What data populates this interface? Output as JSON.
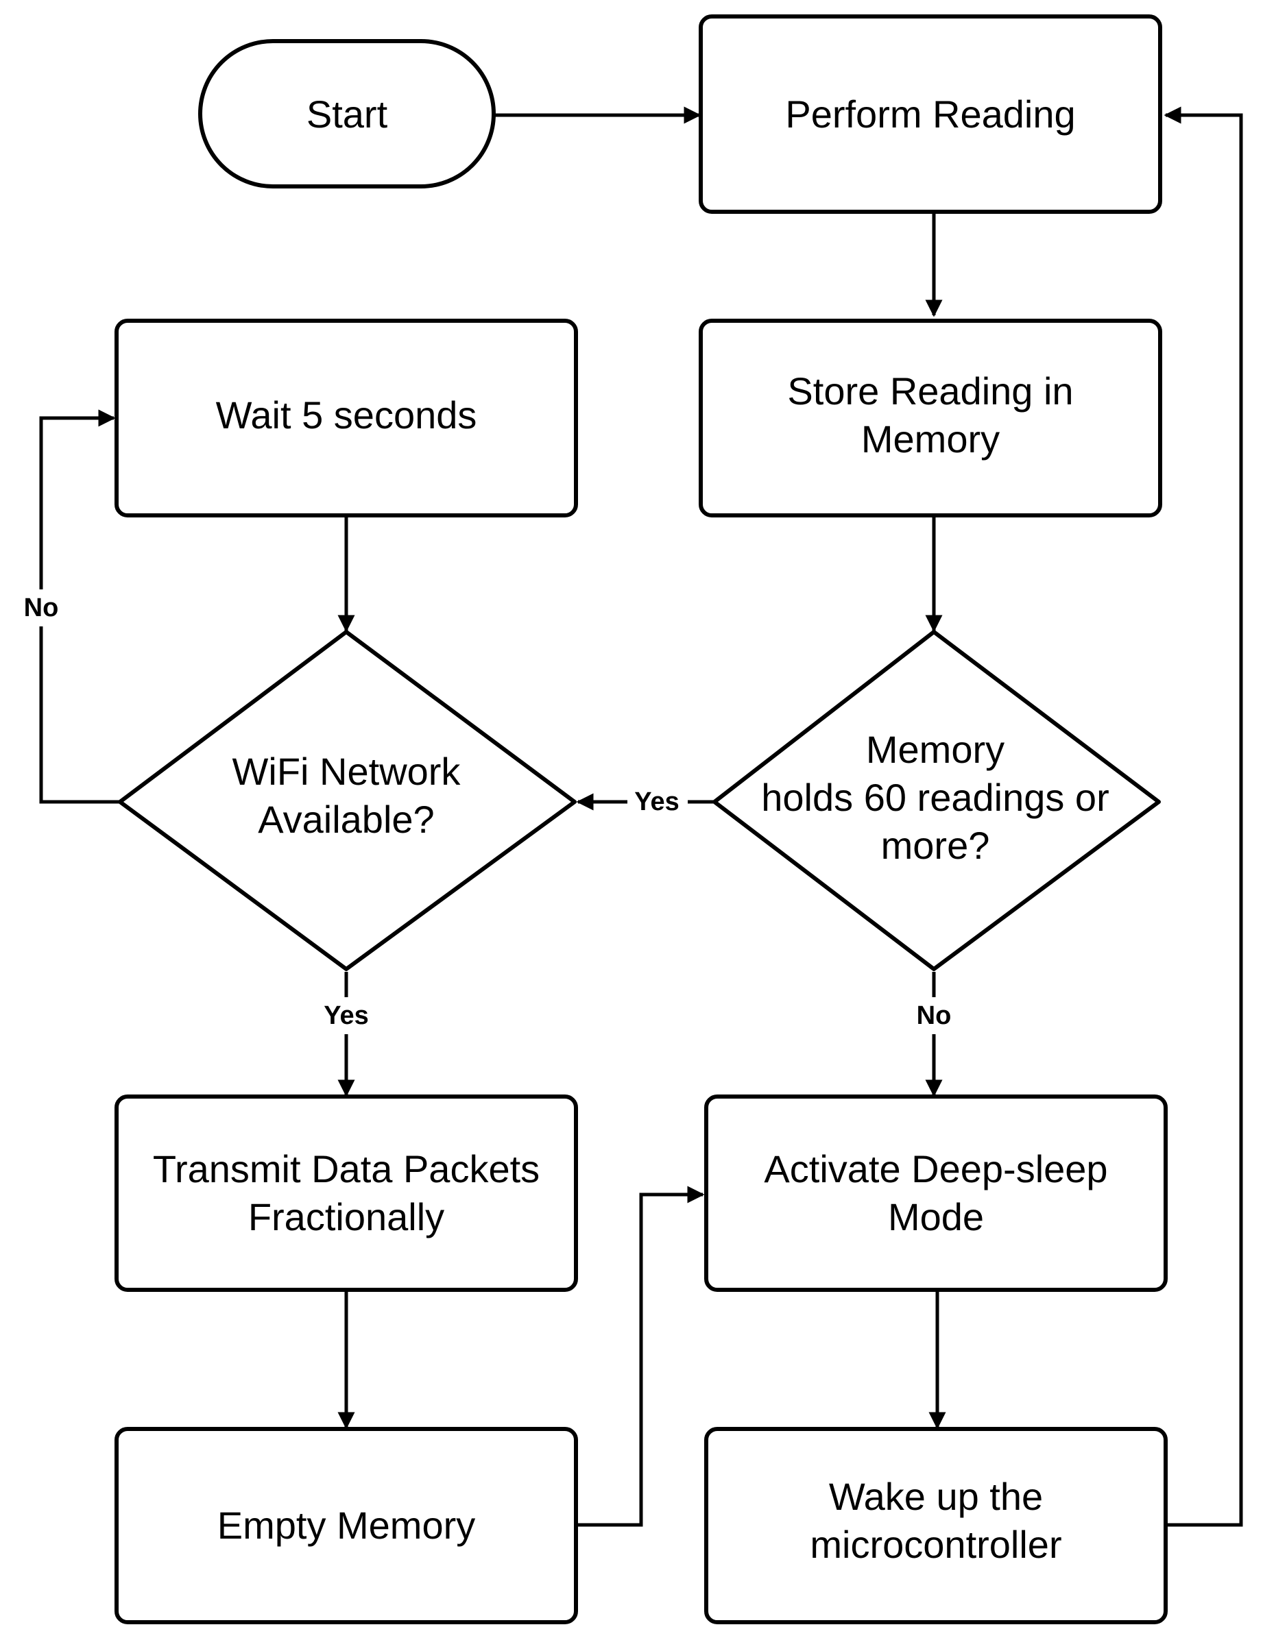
{
  "nodes": {
    "start": {
      "lines": [
        "Start"
      ]
    },
    "perform_reading": {
      "lines": [
        "Perform Reading"
      ]
    },
    "store_reading": {
      "lines": [
        "Store Reading in",
        "Memory"
      ]
    },
    "wait": {
      "lines": [
        "Wait 5 seconds"
      ]
    },
    "memory_check": {
      "lines": [
        "Memory",
        "holds 60 readings or",
        "more?"
      ]
    },
    "wifi_check": {
      "lines": [
        "WiFi Network",
        "Available?"
      ]
    },
    "transmit": {
      "lines": [
        "Transmit Data Packets",
        "Fractionally"
      ]
    },
    "deep_sleep": {
      "lines": [
        "Activate Deep-sleep",
        "Mode"
      ]
    },
    "empty_memory": {
      "lines": [
        "Empty Memory"
      ]
    },
    "wake_up": {
      "lines": [
        "Wake up the",
        "microcontroller"
      ]
    }
  },
  "edge_labels": {
    "memory_yes": "Yes",
    "memory_no": "No",
    "wifi_yes": "Yes",
    "wifi_no": "No"
  }
}
